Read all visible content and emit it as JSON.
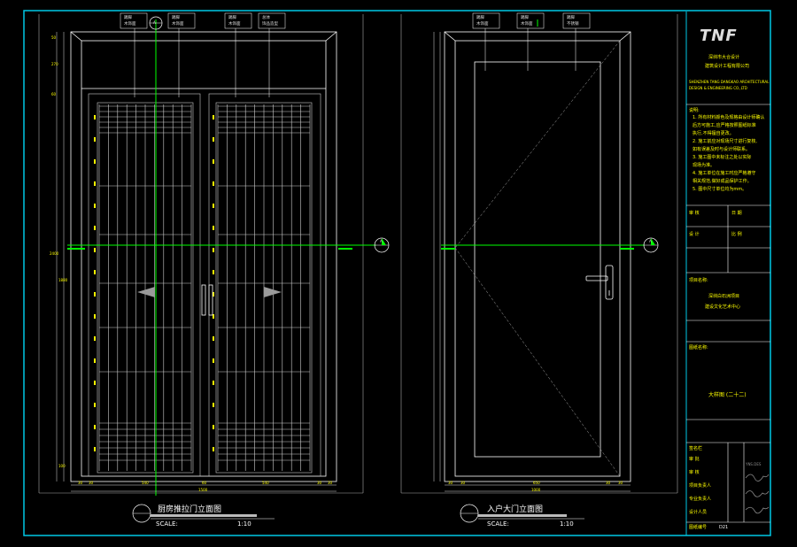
{
  "colors": {
    "frame": "#00c8e6",
    "yellow": "#ffff00",
    "green": "#00ff00",
    "white": "#ffffff",
    "grey": "#9a9a9a"
  },
  "logo": "TNF",
  "left_drawing": {
    "title": "厨房推拉门立面图",
    "scale_label": "SCALE:",
    "scale_value": "1:10",
    "callouts": [
      {
        "t1": "踢脚",
        "t2": "木饰面"
      },
      {
        "t1": "踢脚",
        "t2": "木饰面"
      },
      {
        "t1": "踢脚",
        "t2": "木饰面"
      },
      {
        "t1": "总体",
        "t2": "饰品造型"
      }
    ],
    "dims_bottom": [
      "30",
      "30",
      "540",
      "60",
      "540",
      "30",
      "30"
    ],
    "dim_total": "1500",
    "dims_left": [
      "50",
      "270",
      "60",
      "2400",
      "1880",
      "100"
    ],
    "section_tag": "A"
  },
  "right_drawing": {
    "title": "入户大门立面图",
    "scale_label": "SCALE:",
    "scale_value": "1:10",
    "callouts": [
      {
        "t1": "踢脚",
        "t2": "木饰面"
      },
      {
        "t1": "踢脚",
        "t2": "木饰面"
      },
      {
        "t1": "踢脚",
        "t2": "不锈钢"
      }
    ],
    "dims_bottom": [
      "30",
      "30",
      "650",
      "30",
      "30"
    ],
    "dim_total": "1000",
    "section_tag": "A"
  },
  "title_block": {
    "company_cn_1": "深圳市大合设计",
    "company_cn_2": "建筑设计工程有限公司",
    "company_en_1": "SHENZHEN TANG DANGKAO ARCHITECTURAL",
    "company_en_2": "DESIGN & ENGINEERING CO.,LTD",
    "notes_head": "说明:",
    "notes": [
      "1. 所有材料颜色及规格由设计师确认",
      "后方可施工,应严格按照图纸标准",
      "执行,不得擅自更改。",
      "2. 施工前应对现场尺寸进行复核,",
      "如有误差及时与设计师联系。",
      "3. 施工图中未标注之处以实际",
      "现场为准。",
      "4. 施工单位在施工时应严格遵守",
      "相关规范,做好成品保护工作。",
      "5. 图中尺寸单位均为mm。"
    ],
    "row1": [
      "审 核",
      "日 期"
    ],
    "row2": [
      "设 计",
      "比 例"
    ],
    "project_label": "项目名称:",
    "project_1": "深圳白石洲项目",
    "project_2": "建设文化艺术中心",
    "drawing_label": "图纸名称:",
    "drawing_title": "大样图 (二十二)",
    "sig_label": "签名栏",
    "sign_rows": [
      "审 批",
      "审 核",
      "项目负责人",
      "专业负责人",
      "设计人员"
    ],
    "sheet_label": "图纸编号",
    "sheet_no": "D21",
    "stamp": "YNS.DES"
  }
}
